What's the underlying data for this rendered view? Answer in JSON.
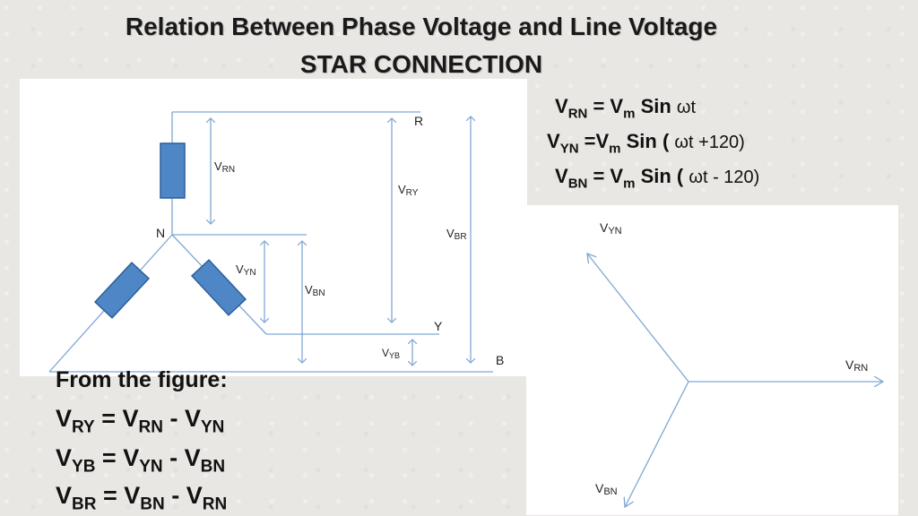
{
  "title": "Relation Between Phase Voltage and Line Voltage",
  "subtitle": "STAR CONNECTION",
  "equations_top": [
    {
      "v": "V",
      "sub": "RN",
      "rest": " = V",
      "sub2": "m",
      "rest2": " Sin ",
      "norm": "ωt"
    },
    {
      "v": "V",
      "sub": "YN",
      "rest": " =V",
      "sub2": "m",
      "rest2": " Sin ( ",
      "norm": "ωt +120)"
    },
    {
      "v": "V",
      "sub": "BN",
      "rest": " = V",
      "sub2": "m",
      "rest2": " Sin ( ",
      "norm": "ωt - 120)"
    }
  ],
  "from_heading": "From the figure:",
  "equations_bottom": [
    {
      "a": "V",
      "as": "RY",
      "op1": " = V",
      "bs": "RN",
      "op2": " - V",
      "cs": "YN"
    },
    {
      "a": "V",
      "as": "YB",
      "op1": " = V",
      "bs": "YN",
      "op2": " - V",
      "cs": "BN"
    },
    {
      "a": "V",
      "as": "BR",
      "op1": " = V",
      "bs": "BN",
      "op2": " - V",
      "cs": "RN"
    }
  ],
  "circuit_labels": {
    "R": "R",
    "Y": "Y",
    "B": "B",
    "N": "N",
    "VRN": {
      "v": "V",
      "s": "RN"
    },
    "VRY": {
      "v": "V",
      "s": "RY"
    },
    "VBR": {
      "v": "V",
      "s": "BR"
    },
    "VYN": {
      "v": "V",
      "s": "YN"
    },
    "VBN": {
      "v": "V",
      "s": "BN"
    },
    "VYB": {
      "v": "V",
      "s": "YB"
    }
  },
  "phasor_labels": {
    "VYN": {
      "v": "V",
      "s": "YN"
    },
    "VRN": {
      "v": "V",
      "s": "RN"
    },
    "VBN": {
      "v": "V",
      "s": "BN"
    }
  },
  "colors": {
    "line": "#7fa7d4",
    "coil": "#4f86c6",
    "coil_stroke": "#2c5f9a",
    "text": "#111111"
  }
}
